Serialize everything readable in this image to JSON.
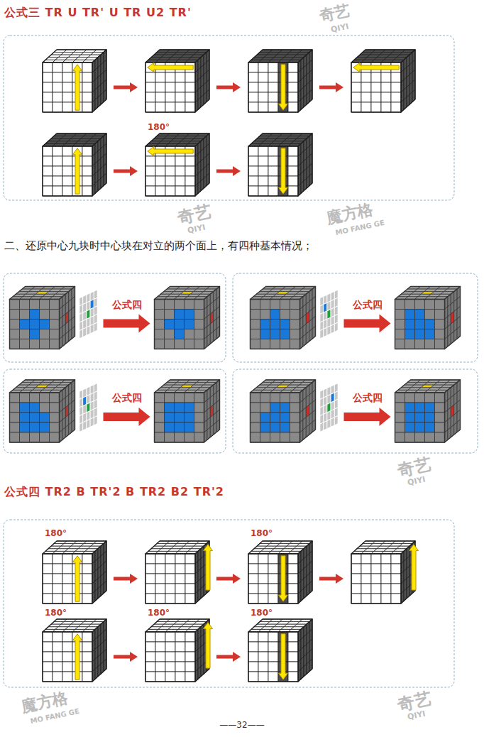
{
  "diagram": {
    "labels": [
      "公式三 TR U TR' U TR U2 TR'",
      "180°",
      "二、还原中心九块时中心块在对立的两个面上，有四种基本情况；",
      "公式四",
      "公式四",
      "公式四",
      "公式四",
      "公式四 TR2 B TR'2 B TR2 B2 TR'2",
      "180°",
      "180°",
      "180°",
      "180°",
      "180°",
      "——32——",
      "奇艺",
      "QIYI",
      "奇艺",
      "QIYI",
      "魔方格",
      "MO FANG GE",
      "奇艺",
      "QIYI",
      "魔方格",
      "MO FANG GE",
      "奇艺",
      "QIYI"
    ]
  }
}
